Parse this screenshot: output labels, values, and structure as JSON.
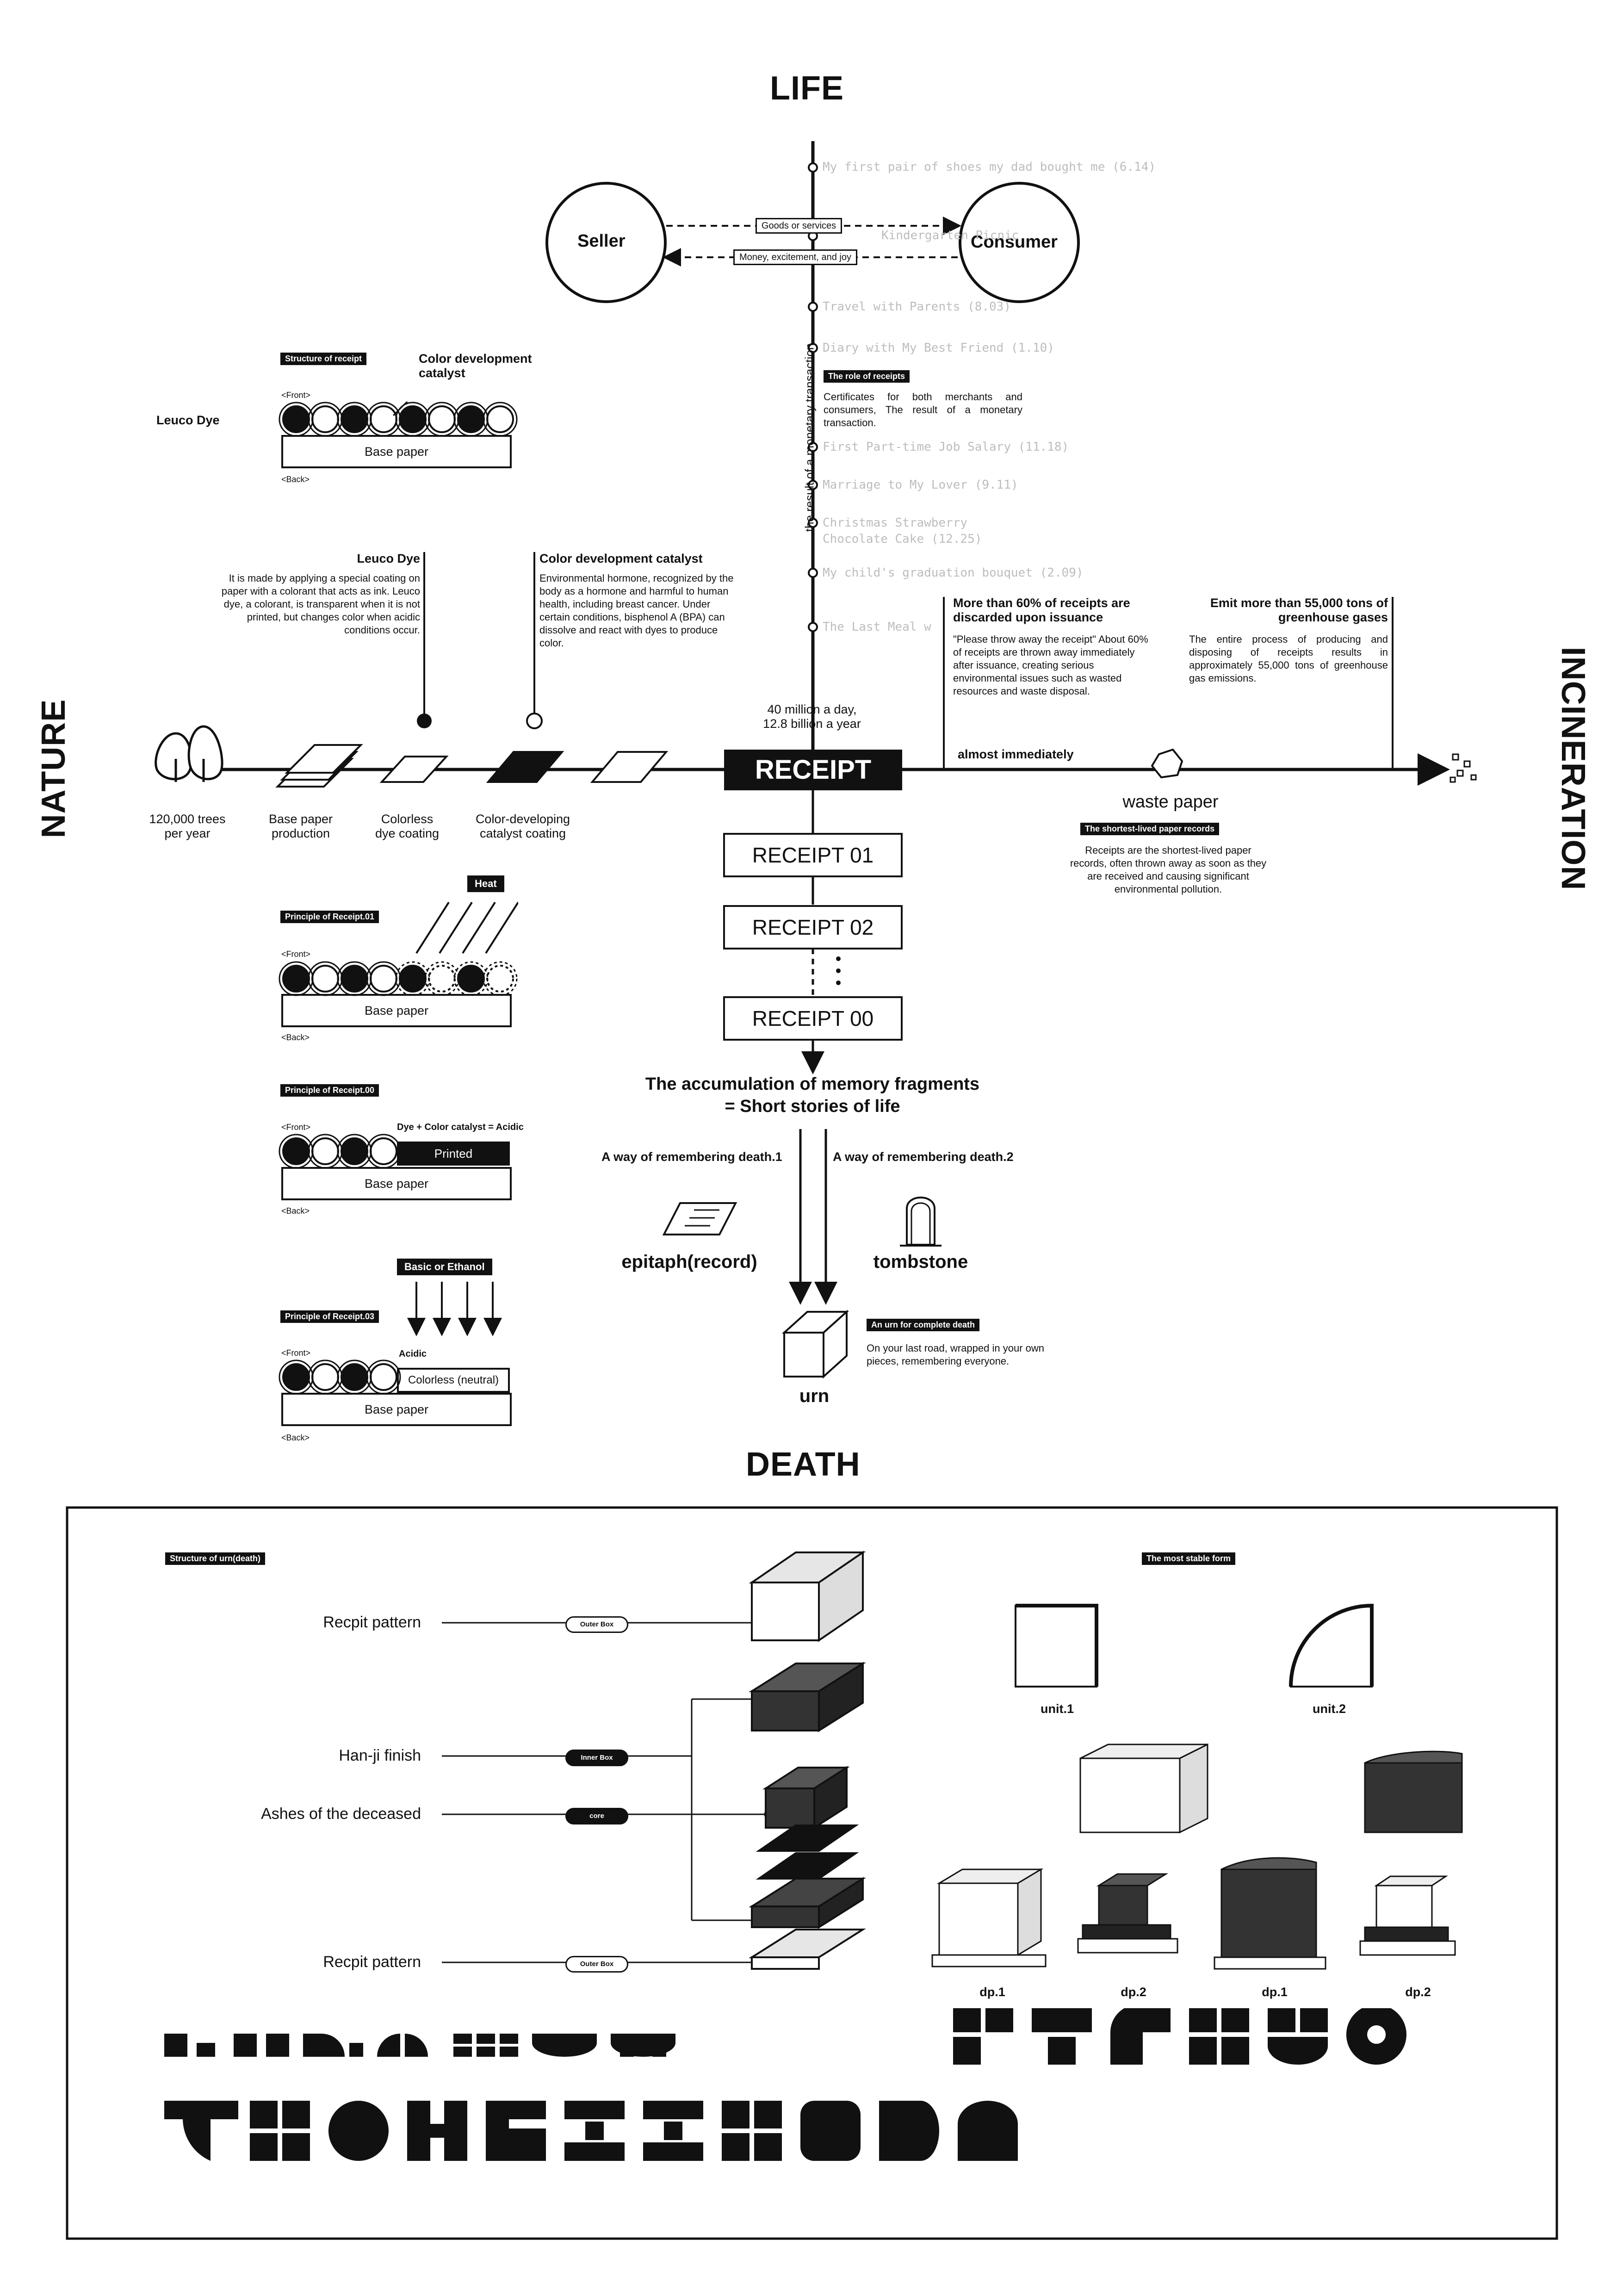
{
  "headings": {
    "life": "LIFE",
    "death": "DEATH",
    "nature": "NATURE",
    "incineration": "INCINERATION"
  },
  "transaction": {
    "seller": "Seller",
    "consumer": "Consumer",
    "goods": "Goods or services",
    "money": "Money, excitement, and joy",
    "vertical_label": "the result of a monetary transaction",
    "role_tag": "The role of receipts",
    "role_text": "Certificates for both merchants and consumers, The result of a monetary transaction."
  },
  "memories": [
    "My first pair of shoes my dad bought me (6.14)",
    "Kindergarten Picnic",
    "Travel with Parents (8.03)",
    "Diary with My Best Friend (1.10)",
    "First Part-time Job Salary (11.18)",
    "Marriage to My Lover (9.11)",
    "Christmas Strawberry",
    "Chocolate Cake (12.25)",
    "My child's graduation bouquet (2.09)",
    "The Last Meal w"
  ],
  "structure": {
    "tag": "Structure of receipt",
    "catalyst_label": "Color development catalyst",
    "leuco_label": "Leuco Dye",
    "front": "<Front>",
    "back": "<Back>",
    "base": "Base paper"
  },
  "leuco": {
    "title": "Leuco Dye",
    "text": "It is made by applying a special coating on paper with a colorant that acts as ink. Leuco dye, a colorant, is transparent when it is not printed, but changes color when acidic conditions occur."
  },
  "catalyst": {
    "title": "Color development catalyst",
    "text": "Environmental hormone, recognized by the body as a hormone and harmful to human health, including breast cancer. Under certain conditions, bisphenol A (BPA) can dissolve and react with dyes to produce color."
  },
  "discard": {
    "title": "More than 60% of receipts are discarded upon issuance",
    "text": "\"Please throw away the receipt\" About 60% of receipts are thrown away immediately after issuance, creating serious environmental issues such as wasted resources and waste disposal."
  },
  "emission": {
    "title": "Emit more than 55,000 tons of greenhouse gases",
    "text": "The entire process of producing and disposing of receipts results in approximately 55,000 tons of greenhouse gas emissions."
  },
  "flow": {
    "trees": "120,000 trees\nper year",
    "base": "Base paper\nproduction",
    "colorless": "Colorless\ndye coating",
    "developing": "Color-developing\ncatalyst coating",
    "volume": "40 million a day,\n12.8 billion a year",
    "receipt": "RECEIPT",
    "almost": "almost immediately",
    "waste": "waste paper",
    "shortest_tag": "The shortest-lived paper records",
    "shortest_text": "Receipts are the shortest-lived paper records, often thrown away as soon as they are received and causing significant environmental pollution."
  },
  "receipts": [
    "RECEIPT 01",
    "RECEIPT 02",
    "RECEIPT 00"
  ],
  "principles": {
    "p1_tag": "Principle of Receipt.01",
    "heat": "Heat",
    "p0_tag": "Principle of Receipt.00",
    "acid_eq": "Dye + Color catalyst = Acidic",
    "printed": "Printed",
    "p3_tag": "Principle of Receipt.03",
    "basic": "Basic or Ethanol",
    "acidic": "Acidic",
    "neutral": "Colorless (neutral)"
  },
  "memory": {
    "title": "The accumulation of memory fragments",
    "subtitle": "= Short stories of life",
    "way1": "A way of remembering death.1",
    "way2": "A way of remembering death.2",
    "epitaph": "epitaph(record)",
    "tombstone": "tombstone",
    "urn": "urn",
    "urn_tag": "An urn for complete death",
    "urn_text": "On your last road, wrapped in your own pieces, remembering everyone."
  },
  "urn_structure": {
    "tag": "Structure of urn(death)",
    "recpit1": "Recpit pattern",
    "hanji": "Han-ji finish",
    "ashes": "Ashes of the deceased",
    "recpit2": "Recpit pattern",
    "outer_box": "Outer Box",
    "inner_box": "Inner Box",
    "core": "core"
  },
  "stable": {
    "tag": "The most stable form",
    "unit1": "unit.1",
    "unit2": "unit.2",
    "dp1a": "dp.1",
    "dp2a": "dp.2",
    "dp1b": "dp.1",
    "dp2b": "dp.2"
  }
}
